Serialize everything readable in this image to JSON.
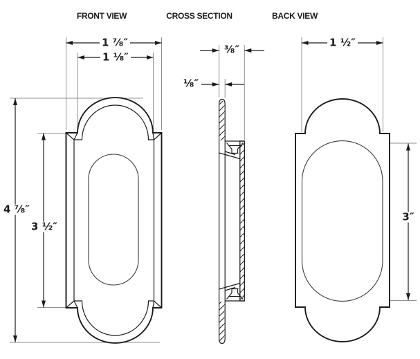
{
  "drawing": {
    "colors": {
      "line": "#1b1b1b",
      "extension": "#8f8f8f",
      "background": "#ffffff"
    },
    "views": [
      {
        "id": "front",
        "title": "FRONT VIEW",
        "dimensions": {
          "overall_width": "1 ⁷⁄₈″",
          "arch_width": "1 ¹⁄₈″",
          "overall_height": "4 ⁷⁄₈″",
          "body_height": "3 ¹⁄₂″"
        }
      },
      {
        "id": "cross-section",
        "title": "CROSS SECTION",
        "dimensions": {
          "overall_depth": "³⁄₈″",
          "face_thickness": "¹⁄₈″"
        }
      },
      {
        "id": "back",
        "title": "BACK VIEW",
        "dimensions": {
          "overall_width": "1 ¹⁄₂″",
          "recess_height": "3″"
        }
      }
    ]
  }
}
